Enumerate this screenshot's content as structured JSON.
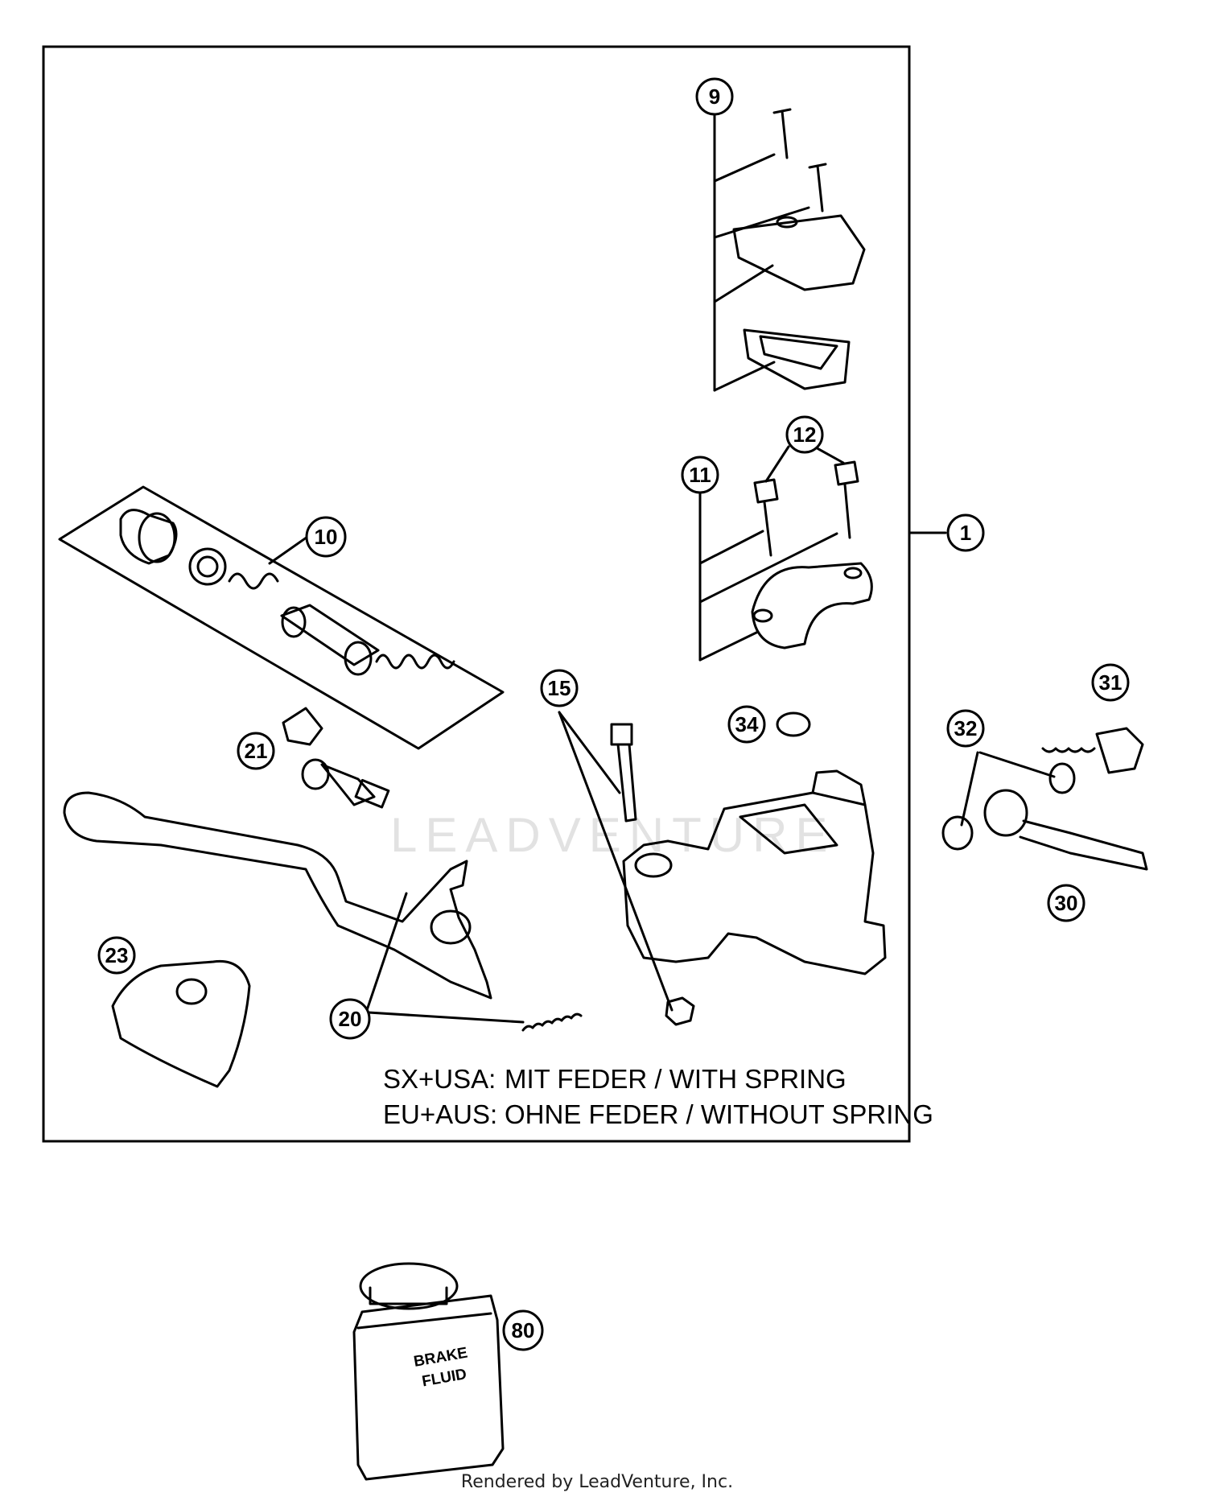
{
  "diagram": {
    "callouts": {
      "c1": "1",
      "c9": "9",
      "c10": "10",
      "c11": "11",
      "c12": "12",
      "c15": "15",
      "c20": "20",
      "c21": "21",
      "c23": "23",
      "c30": "30",
      "c31": "31",
      "c32": "32",
      "c34": "34",
      "c80": "80"
    },
    "notes": {
      "line1_label": "SX+USA:",
      "line1_text": "MIT FEDER / WITH SPRING",
      "line2_label": "EU+AUS:",
      "line2_text": "OHNE FEDER / WITHOUT SPRING"
    },
    "can_label_line1": "BRAKE",
    "can_label_line2": "FLUID",
    "watermark": "LEADVENTURE",
    "footer": "Rendered by LeadVenture, Inc."
  }
}
